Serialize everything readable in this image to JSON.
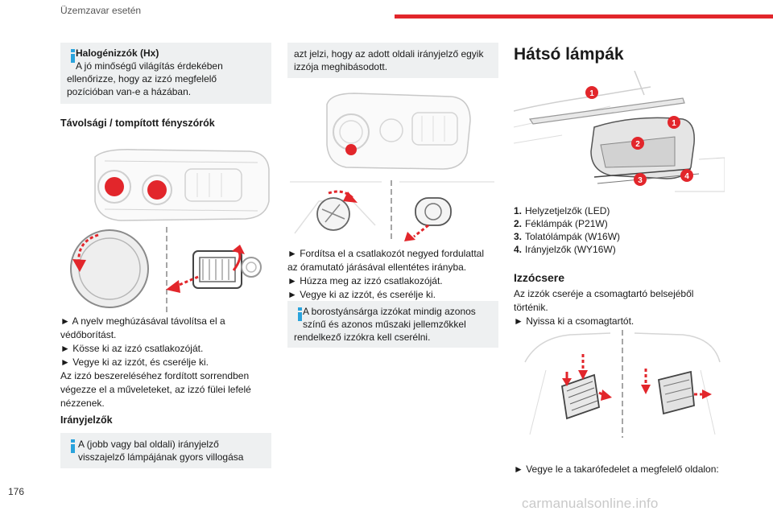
{
  "header": {
    "section_title": "Üzemzavar esetén",
    "page_number": "176"
  },
  "watermark": "carmanualsonline.info",
  "colors": {
    "accent": "#e2262b",
    "info": "#2aa3dc",
    "note_bg": "#eef0f1"
  },
  "left_column": {
    "note_halogen": {
      "title": "Halogénizzók (Hx)",
      "lines": [
        "A jó minőségű világítás érdekében",
        "ellenőrizze, hogy az izzó megfelelő",
        "pozícióban van-e a házában."
      ]
    },
    "heading_beam": "Távolsági / tompított fényszórók",
    "steps": [
      "► A nyelv meghúzásával távolítsa el a",
      "védőborítást.",
      "► Kösse ki az izzó csatlakozóját.",
      "► Vegye ki az izzót, és cserélje ki.",
      "Az izzó beszereléséhez fordított sorrendben",
      "végezze el a műveleteket, az izzó fülei lefelé",
      "nézzenek."
    ],
    "heading_indicators": "Irányjelzők",
    "note_indicator": {
      "lines": [
        "A (jobb vagy bal oldali) irányjelző",
        "visszajelző lámpájának gyors villogása"
      ]
    }
  },
  "middle_column": {
    "note_cont": {
      "lines": [
        "azt jelzi, hogy az adott oldali irányjelző egyik",
        "izzója meghibásodott."
      ]
    },
    "steps": [
      "► Fordítsa el a csatlakozót negyed fordulattal",
      "az óramutató járásával ellentétes irányba.",
      "► Húzza meg az izzó csatlakozóját.",
      "► Vegye ki az izzót, és cserélje ki."
    ],
    "note_amber": {
      "lines": [
        "A borostyánsárga izzókat mindig azonos",
        "színű és azonos műszaki jellemzőkkel",
        "rendelkező izzókra kell cserélni."
      ]
    }
  },
  "right_column": {
    "heading_rear": "Hátsó lámpák",
    "callouts": [
      "1",
      "1",
      "2",
      "3",
      "4"
    ],
    "legend": [
      {
        "num": "1.",
        "text": "Helyzetjelzők (LED)"
      },
      {
        "num": "2.",
        "text": "Féklámpák (P21W)"
      },
      {
        "num": "3.",
        "text": "Tolatólámpák (W16W)"
      },
      {
        "num": "4.",
        "text": "Irányjelzők (WY16W)"
      }
    ],
    "heading_bulb": "Izzócsere",
    "intro": [
      "Az izzók cseréje a csomagtartó belsejéből",
      "történik.",
      "► Nyissa ki a csomagtartót."
    ],
    "last_step": "► Vegye le a takarófedelet a megfelelő oldalon:"
  }
}
